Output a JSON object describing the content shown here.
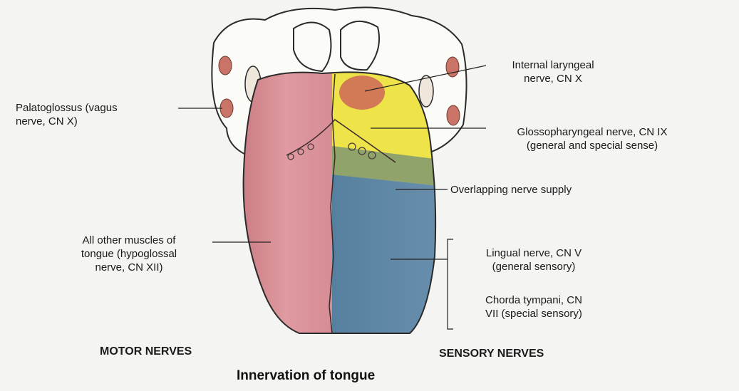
{
  "labels": {
    "palatoglossus": [
      "Palatoglossus (vagus",
      "nerve, CN X)"
    ],
    "other_muscles": [
      "All other muscles of",
      "tongue  (hypoglossal",
      "nerve, CN XII)"
    ],
    "internal_laryngeal": [
      "Internal laryngeal",
      "nerve, CN X"
    ],
    "glossopharyngeal": [
      "Glossopharyngeal nerve, CN IX",
      "(general and special sense)"
    ],
    "overlapping": "Overlapping nerve supply",
    "lingual": [
      "Lingual nerve, CN V",
      "(general sensory)"
    ],
    "chorda": [
      "Chorda tympani, CN",
      "VII (special sensory)"
    ]
  },
  "headings": {
    "motor": "MOTOR NERVES",
    "sensory": "SENSORY NERVES"
  },
  "title": "Innervation of tongue",
  "colors": {
    "motor_region": "#d98a92",
    "internal_laryngeal_region": "#d27a55",
    "glossopharyngeal_region": "#efe34a",
    "overlap_region": "#8fa36a",
    "lingual_region": "#5f86a6",
    "outline": "#2a2a2a"
  }
}
